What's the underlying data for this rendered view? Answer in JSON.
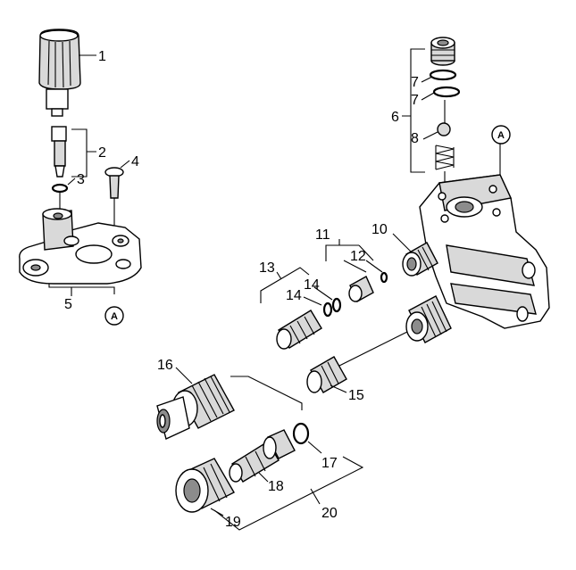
{
  "callouts": {
    "c1": "1",
    "c2": "2",
    "c3": "3",
    "c4": "4",
    "c5": "5",
    "c6": "6",
    "c7a": "7",
    "c7b": "7",
    "c8": "8",
    "c10": "10",
    "c11": "11",
    "c12": "12",
    "c13": "13",
    "c14a": "14",
    "c14b": "14",
    "c15": "15",
    "c16": "16",
    "c17": "17",
    "c18": "18",
    "c19": "19",
    "c20": "20"
  },
  "markers": {
    "a_left": "A",
    "a_right": "A"
  }
}
